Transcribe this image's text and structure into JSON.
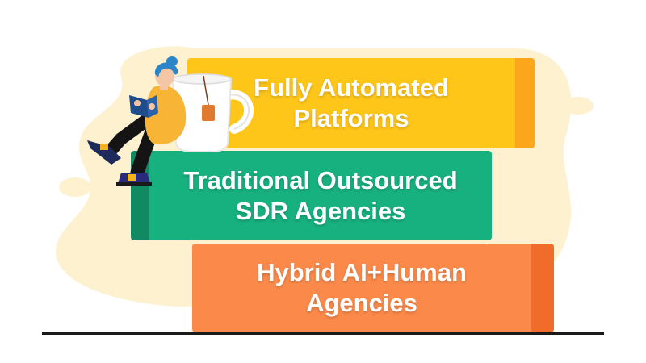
{
  "blocks": [
    {
      "label": "Fully Automated\nPlatforms",
      "color": "#ffc61a",
      "side_color": "#fca61c"
    },
    {
      "label": "Traditional Outsourced\nSDR Agencies",
      "color": "#17b07f",
      "side_color": "#118a63"
    },
    {
      "label": "Hybrid AI+Human\nAgencies",
      "color": "#fb8a4a",
      "side_color": "#f06c2b"
    }
  ],
  "colors": {
    "blob": "#fdf1cf",
    "ground": "#1a1a1a",
    "mug": "#ffffff",
    "hair": "#2a86c9"
  },
  "icons": [
    "woman-reading-illustration",
    "mug-icon",
    "tea-bag-icon",
    "book-icon"
  ]
}
